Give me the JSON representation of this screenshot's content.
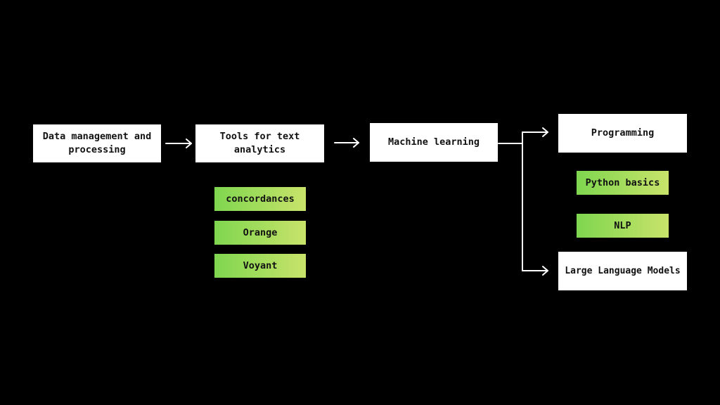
{
  "diagram": {
    "nodes": {
      "data_management": "Data management and processing",
      "tools_text_analytics": "Tools for text analytics",
      "machine_learning": "Machine learning",
      "programming": "Programming",
      "large_language_models": "Large Language Models"
    },
    "tools": [
      "concordances",
      "Orange",
      "Voyant"
    ],
    "programming_topics": [
      "Python basics",
      "NLP"
    ],
    "colors": {
      "background": "#000000",
      "node_fill": "#ffffff",
      "tag_gradient_start": "#7fd64f",
      "tag_gradient_end": "#c8e36a",
      "arrow": "#ffffff"
    }
  }
}
